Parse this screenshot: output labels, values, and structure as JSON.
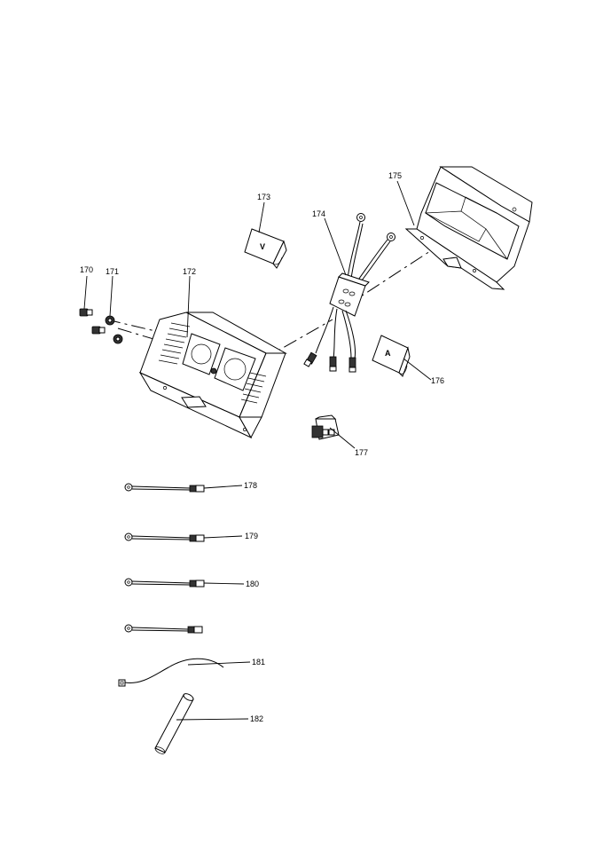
{
  "callouts": {
    "c170": "170",
    "c171": "171",
    "c172": "172",
    "c173": "173",
    "c174": "174",
    "c175": "175",
    "c176": "176",
    "c177": "177",
    "c178": "178",
    "c179": "179",
    "c180": "180",
    "c181": "181",
    "c182": "182"
  },
  "labels": {
    "decal_v": "V",
    "decal_a": "A"
  }
}
